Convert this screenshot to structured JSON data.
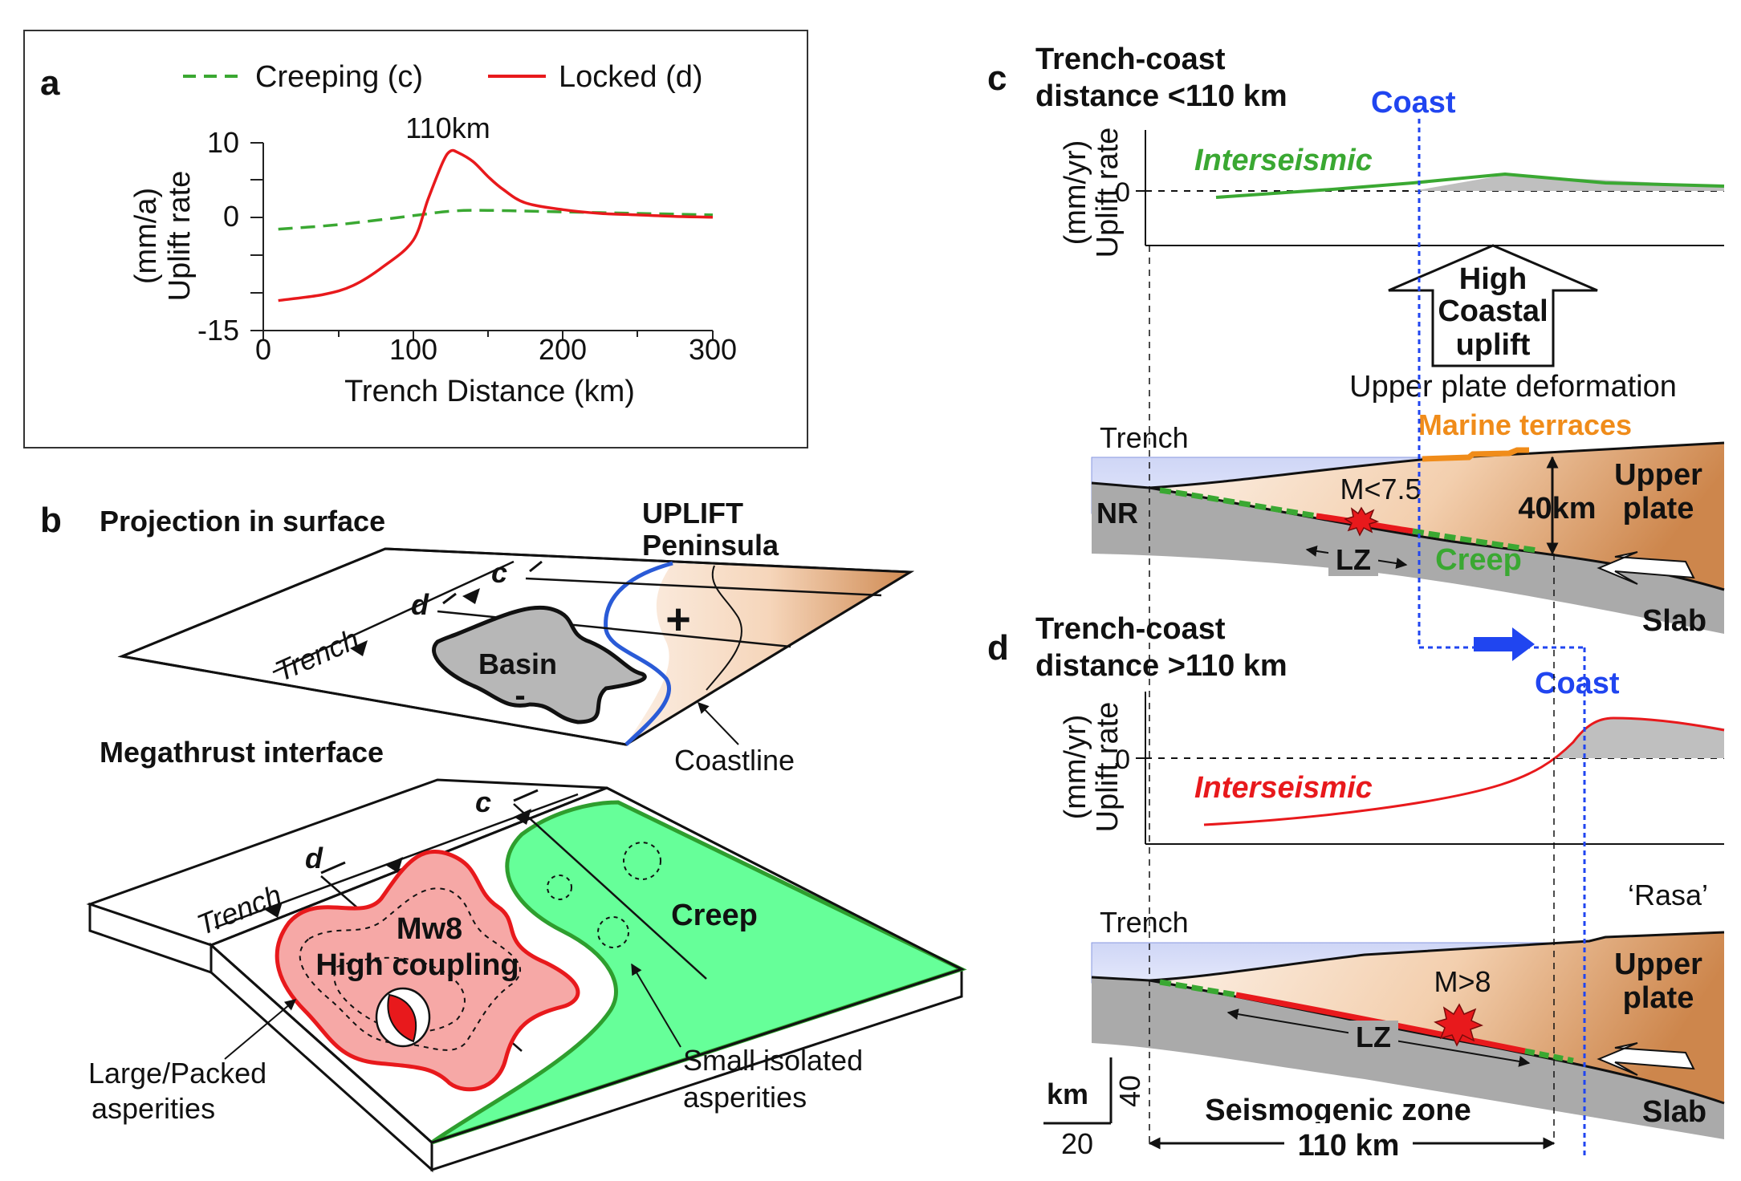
{
  "panel_a": {
    "letter": "a",
    "legend": {
      "creeping": "Creeping (c)",
      "locked": "Locked (d)"
    },
    "peak_label": "110km",
    "ylabel_line1": "Uplift rate",
    "ylabel_line2": "(mm/a)",
    "xlabel": "Trench Distance (km)",
    "yticks": [
      "10",
      "0",
      "-15"
    ],
    "xticks": [
      "0",
      "100",
      "200",
      "300"
    ],
    "colors": {
      "creeping": "#3aa832",
      "locked": "#e8191c"
    }
  },
  "chart_data": {
    "type": "line",
    "xlabel": "Trench Distance (km)",
    "ylabel": "Uplift rate (mm/a)",
    "xlim": [
      0,
      300
    ],
    "ylim": [
      -15,
      10
    ],
    "series": [
      {
        "name": "Creeping (c)",
        "style": "dashed",
        "color": "#3aa832",
        "x": [
          10,
          50,
          100,
          125,
          150,
          200,
          250,
          300
        ],
        "y": [
          -1.5,
          -0.9,
          0.3,
          0.9,
          1.0,
          0.8,
          0.6,
          0.4
        ]
      },
      {
        "name": "Locked (d)",
        "style": "solid",
        "color": "#e8191c",
        "x": [
          10,
          40,
          60,
          80,
          100,
          110,
          120,
          125,
          130,
          140,
          150,
          160,
          175,
          200,
          225,
          250,
          275,
          300
        ],
        "y": [
          -11,
          -10.2,
          -9,
          -6.5,
          -3,
          2.5,
          7.5,
          8.9,
          8.7,
          7.5,
          5.5,
          3.8,
          2.0,
          1.1,
          0.6,
          0.4,
          0.2,
          0.1
        ]
      }
    ]
  },
  "panel_b": {
    "letter": "b",
    "surface_title": "Projection in surface",
    "uplift_line1": "UPLIFT",
    "uplift_line2": "Peninsula",
    "trench": "Trench",
    "marker_c": "c",
    "marker_d": "d",
    "basin": "Basin",
    "plus": "+",
    "minus": "-",
    "coastline": "Coastline",
    "interface_title": "Megathrust interface",
    "trench2": "Trench",
    "mw8": "Mw8",
    "high_coupling": "High coupling",
    "creep": "Creep",
    "large_line1": "Large/Packed",
    "large_line2": "asperities",
    "small_line1": "Small isolated",
    "small_line2": "asperities"
  },
  "panel_c": {
    "letter": "c",
    "title_line1": "Trench-coast",
    "title_line2": "distance <110 km",
    "coast": "Coast",
    "ylabel_line1": "Uplift rate",
    "ylabel_line2": "(mm/yr)",
    "zero": "0",
    "interseismic": "Interseismic",
    "arrow_line1": "High",
    "arrow_line2": "Coastal",
    "arrow_line3": "uplift",
    "upper_plate_deformation": "Upper plate deformation",
    "marine_terraces": "Marine terraces",
    "trench": "Trench",
    "nr": "NR",
    "magnitude": "M<7.5",
    "lz": "LZ",
    "creep": "Creep",
    "depth": "40km",
    "upper_line1": "Upper",
    "upper_line2": "plate",
    "slab": "Slab",
    "colors": {
      "interseismic": "#3aa832",
      "coast": "#2045f0",
      "terraces": "#f08c1a"
    }
  },
  "panel_d": {
    "letter": "d",
    "title_line1": "Trench-coast",
    "title_line2": "distance >110 km",
    "coast": "Coast",
    "ylabel_line1": "Uplift rate",
    "ylabel_line2": "(mm/yr)",
    "zero": "0",
    "interseismic": "Interseismic",
    "rasa": "‘Rasa’",
    "trench": "Trench",
    "magnitude": "M>8",
    "lz": "LZ",
    "upper_line1": "Upper",
    "upper_line2": "plate",
    "slab": "Slab",
    "scale_km": "km",
    "scale_40": "40",
    "scale_20": "20",
    "seismogenic": "Seismogenic zone",
    "distance": "110 km",
    "colors": {
      "interseismic": "#e8191c",
      "coast": "#2045f0"
    }
  }
}
